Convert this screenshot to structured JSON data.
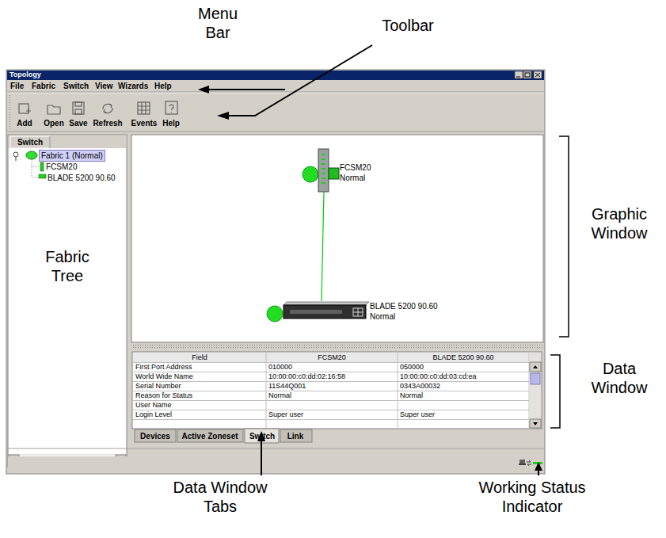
{
  "diagram": {
    "nodes": [
      {
        "text": [
          "FCSM20",
          "Normal"
        ]
      },
      {
        "text": [
          "BLADE 5200 90.60",
          "Normal"
        ]
      }
    ],
    "edges": [
      {
        "from": 0,
        "to": 1,
        "arrow": "none"
      }
    ],
    "labels": [
      "Menu Bar",
      "Toolbar",
      "Graphic Window",
      "Fabric Tree",
      "Data Window",
      "Data Window Tabs",
      "Working Status Indicator",
      "Topology",
      "File",
      "Fabric",
      "Switch",
      "View",
      "Wizards",
      "Help",
      "Add",
      "Open",
      "Save",
      "Refresh",
      "Events",
      "Help",
      "Switch",
      "Fabric 1 (Normal)",
      "FCSM20",
      "BLADE 5200 90.60",
      "Field",
      "FCSM20",
      "BLADE 5200 90.60",
      "First Port Address",
      "010000",
      "050000",
      "World Wide Name",
      "10:00:00:c0:dd:02:16:58",
      "10:00:00:c0:dd:03:cd:ea",
      "Serial Number",
      "11S44Q001",
      "0343A00032",
      "Reason for Status",
      "Normal",
      "Normal",
      "User Name",
      "Login Level",
      "Super user",
      "Super user",
      "Devices",
      "Active Zoneset",
      "Switch",
      "Link"
    ]
  }
}
